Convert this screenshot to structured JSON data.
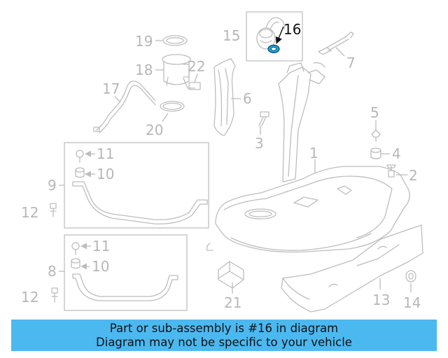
{
  "diagram": {
    "callouts": [
      "1",
      "2",
      "3",
      "4",
      "5",
      "6",
      "7",
      "8",
      "9",
      "10",
      "10",
      "11",
      "11",
      "12",
      "12",
      "13",
      "14",
      "15",
      "16",
      "17",
      "18",
      "19",
      "20",
      "21",
      "22"
    ],
    "highlighted_part": "16",
    "highlight_color": "#1ba0d8"
  },
  "banner": {
    "line1": "Part or sub-assembly is #16 in diagram",
    "line2": "Diagram may not be specific to your vehicle",
    "background": "#4cb8f0"
  }
}
